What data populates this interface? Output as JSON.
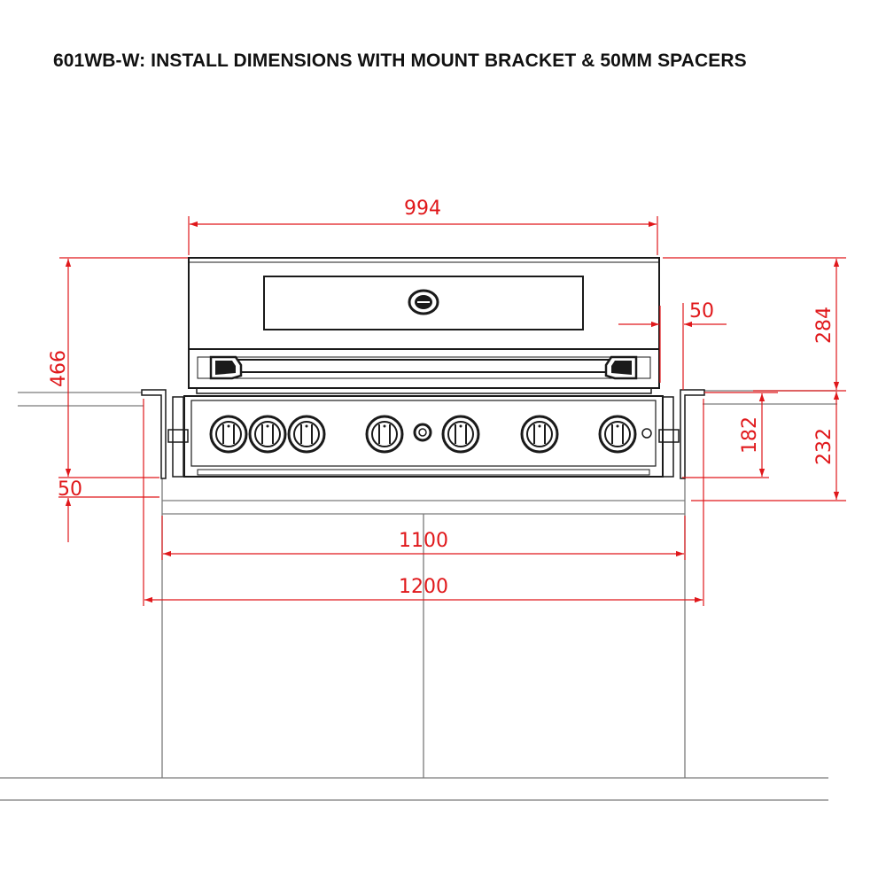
{
  "title": "601WB-W: INSTALL DIMENSIONS WITH MOUNT BRACKET & 50MM SPACERS",
  "colors": {
    "dimension": "#e0181b",
    "outline": "#1a1a1a",
    "structure": "#7a7a7a"
  },
  "icons": {
    "logo": "brand-badge-icon",
    "knob": "control-knob-icon",
    "ignition": "ignition-button-icon",
    "handle": "lid-handle-icon"
  },
  "units": "mm",
  "dimensions": {
    "overall_width": "994",
    "overall_height": "466",
    "lid_height": "284",
    "spacer_width": "50",
    "body_height": "182",
    "cutout_depth": "232",
    "bottom_offset": "50",
    "cutout_width": "1100",
    "bench_width": "1200"
  },
  "knob_count": 7
}
